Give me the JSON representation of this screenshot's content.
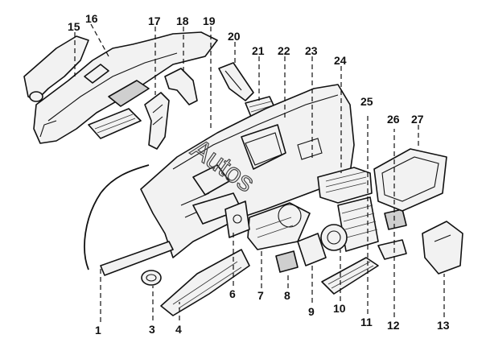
{
  "diagram": {
    "parts": [
      {
        "id": "1",
        "label": "1"
      },
      {
        "id": "3",
        "label": "3"
      },
      {
        "id": "4",
        "label": "4"
      },
      {
        "id": "6",
        "label": "6"
      },
      {
        "id": "7",
        "label": "7"
      },
      {
        "id": "8",
        "label": "8"
      },
      {
        "id": "9",
        "label": "9"
      },
      {
        "id": "10",
        "label": "10"
      },
      {
        "id": "11",
        "label": "11"
      },
      {
        "id": "12",
        "label": "12"
      },
      {
        "id": "13",
        "label": "13"
      },
      {
        "id": "15",
        "label": "15"
      },
      {
        "id": "16",
        "label": "16"
      },
      {
        "id": "17",
        "label": "17"
      },
      {
        "id": "18",
        "label": "18"
      },
      {
        "id": "19",
        "label": "19"
      },
      {
        "id": "20",
        "label": "20"
      },
      {
        "id": "21",
        "label": "21"
      },
      {
        "id": "22",
        "label": "22"
      },
      {
        "id": "23",
        "label": "23"
      },
      {
        "id": "24",
        "label": "24"
      },
      {
        "id": "25",
        "label": "25"
      },
      {
        "id": "26",
        "label": "26"
      },
      {
        "id": "27",
        "label": "27"
      }
    ],
    "watermark": "Autos"
  }
}
